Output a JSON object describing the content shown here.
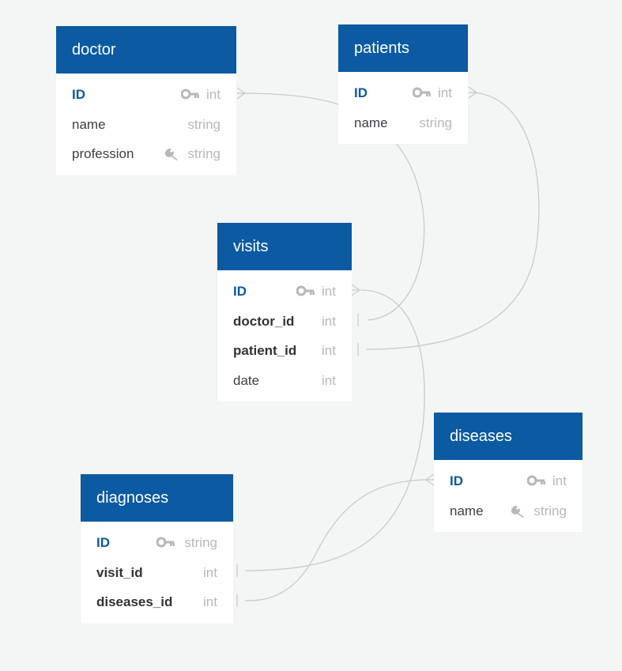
{
  "diagram": {
    "colors": {
      "background": "#f4f5f5",
      "header": "#0b5aa2",
      "header_text": "#ffffff",
      "primary_key_text": "#0b5aa2",
      "type_text": "#b4b8bc",
      "connector": "#c8cbce"
    },
    "tables": [
      {
        "id": "doctor",
        "name": "doctor",
        "columns": [
          {
            "name": "ID",
            "type": "int",
            "icon": "key-icon",
            "style": "pk"
          },
          {
            "name": "name",
            "type": "string",
            "icon": "",
            "style": "normal"
          },
          {
            "name": "profession",
            "type": "string",
            "icon": "wrench-icon",
            "style": "normal"
          }
        ]
      },
      {
        "id": "patients",
        "name": "patients",
        "columns": [
          {
            "name": "ID",
            "type": "int",
            "icon": "key-icon",
            "style": "pk"
          },
          {
            "name": "name",
            "type": "string",
            "icon": "",
            "style": "normal"
          }
        ]
      },
      {
        "id": "visits",
        "name": "visits",
        "columns": [
          {
            "name": "ID",
            "type": "int",
            "icon": "key-icon",
            "style": "pk"
          },
          {
            "name": "doctor_id",
            "type": "int",
            "icon": "",
            "style": "fk"
          },
          {
            "name": "patient_id",
            "type": "int",
            "icon": "",
            "style": "fk"
          },
          {
            "name": "date",
            "type": "int",
            "icon": "",
            "style": "normal"
          }
        ]
      },
      {
        "id": "diseases",
        "name": "diseases",
        "columns": [
          {
            "name": "ID",
            "type": "int",
            "icon": "key-icon",
            "style": "pk"
          },
          {
            "name": "name",
            "type": "string",
            "icon": "wrench-icon",
            "style": "normal"
          }
        ]
      },
      {
        "id": "diagnoses",
        "name": "diagnoses",
        "columns": [
          {
            "name": "ID",
            "type": "string",
            "icon": "key-icon",
            "style": "pk"
          },
          {
            "name": "visit_id",
            "type": "int",
            "icon": "",
            "style": "fk"
          },
          {
            "name": "diseases_id",
            "type": "int",
            "icon": "",
            "style": "fk"
          }
        ]
      }
    ],
    "relationships": [
      {
        "from": "doctor.ID",
        "from_end": "many",
        "to": "visits.doctor_id",
        "to_end": "one"
      },
      {
        "from": "patients.ID",
        "from_end": "many",
        "to": "visits.patient_id",
        "to_end": "one"
      },
      {
        "from": "visits.ID",
        "from_end": "many",
        "to": "diagnoses.visit_id",
        "to_end": "one"
      },
      {
        "from": "diseases.ID",
        "from_end": "many",
        "to": "diagnoses.diseases_id",
        "to_end": "one"
      }
    ]
  }
}
